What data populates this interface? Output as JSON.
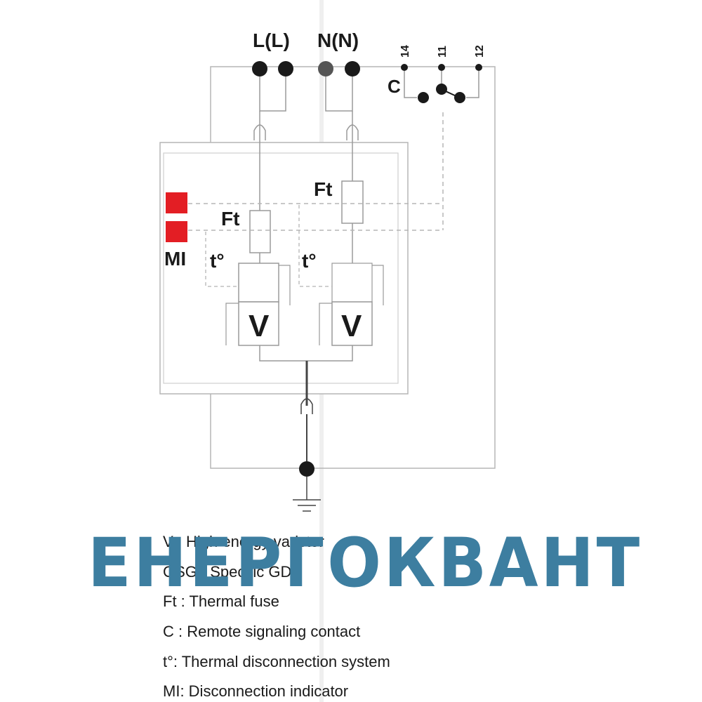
{
  "terminals": {
    "line": "L(L)",
    "neutral": "N(N)",
    "contact_14": "14",
    "contact_11": "11",
    "contact_12": "12",
    "contact": "C"
  },
  "components": {
    "fuse_left": "Ft",
    "fuse_right": "Ft",
    "thermal_left": "t°",
    "thermal_right": "t°",
    "varistor_left": "V",
    "varistor_right": "V",
    "indicator": "MI"
  },
  "legend": [
    "V : High energy varistor",
    "GSG : Specific GDT",
    "Ft : Thermal fuse",
    "C : Remote signaling contact",
    "t°: Thermal disconnection system",
    "MI: Disconnection indicator"
  ],
  "watermark": "ЕНЕРГОКВАНТ",
  "colors": {
    "indicator": "#e31e24",
    "watermark": "#3d7ea0",
    "wire": "#9a9a9a"
  }
}
